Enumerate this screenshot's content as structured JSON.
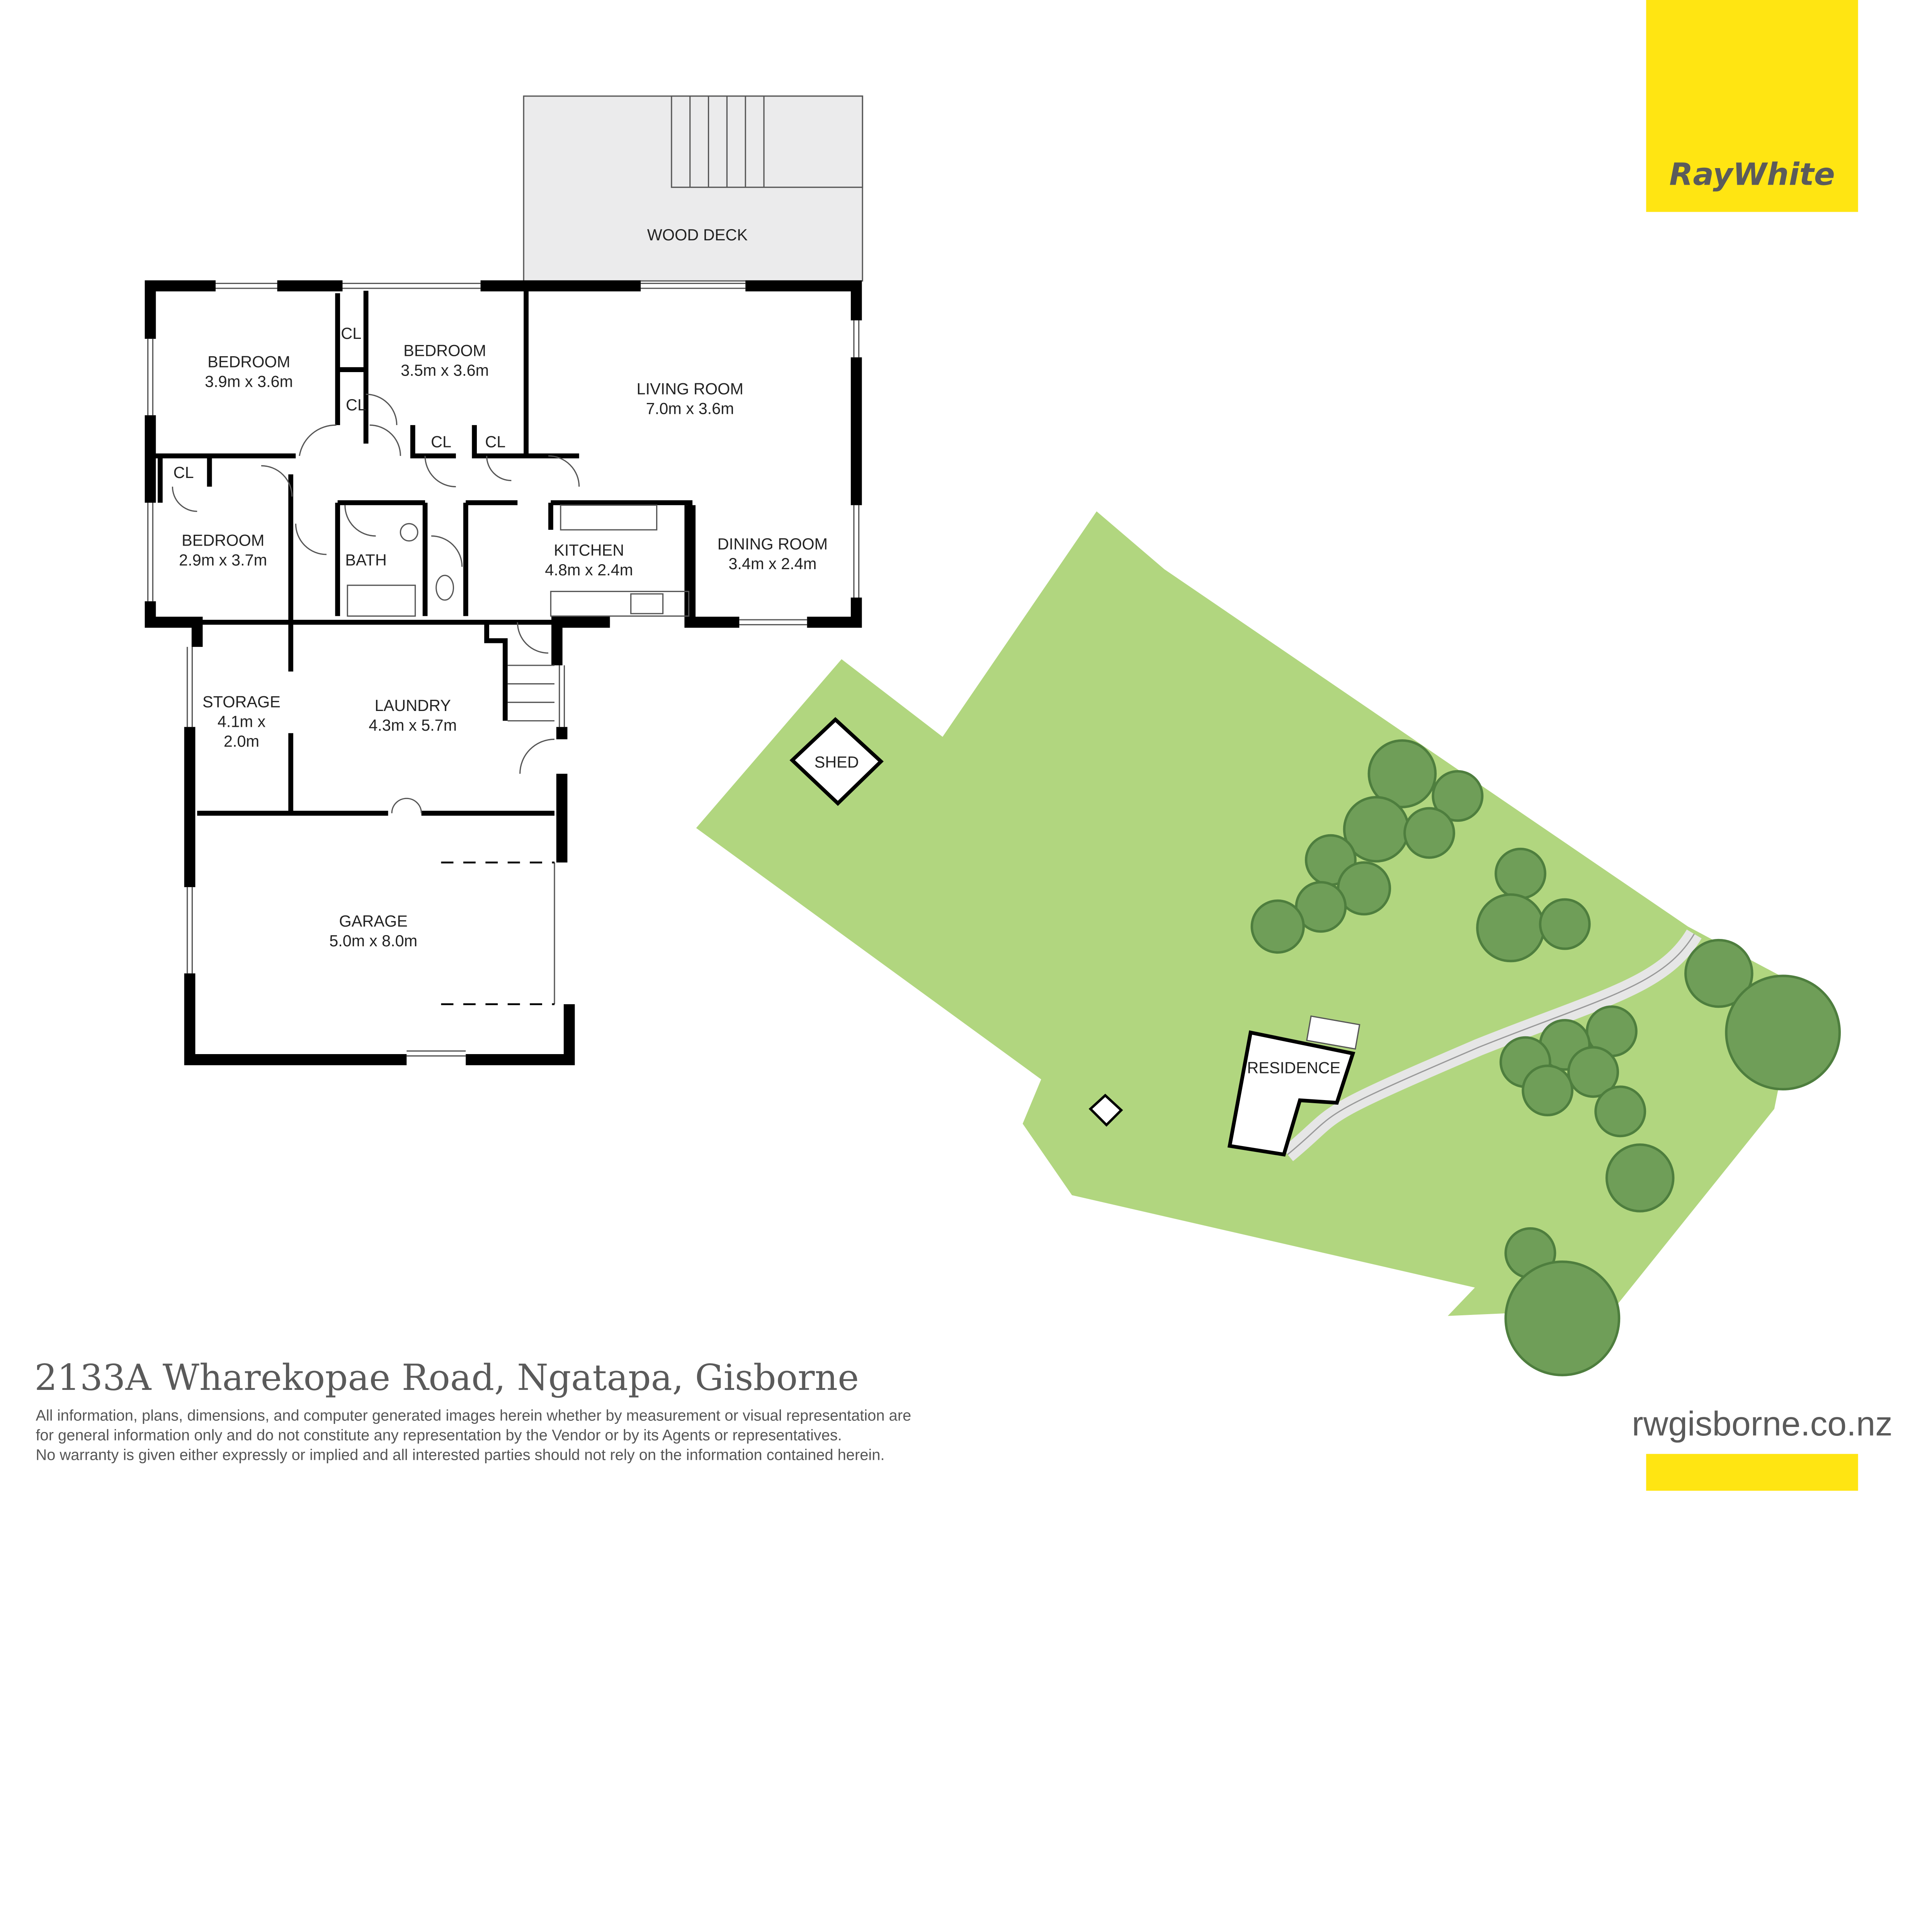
{
  "address": "2133A Wharekopae Road, Ngatapa, Gisborne",
  "disclaimer": [
    "All information, plans, dimensions, and computer generated images herein whether by measurement or visual representation are",
    "for general information only and do not constitute any representation by the Vendor or by its Agents or representatives.",
    "No warranty is given either expressly or implied and all interested parties should not rely on the information contained herein."
  ],
  "website": "rwgisborne.co.nz",
  "brand": {
    "name": "RayWhite",
    "color": "#ffe512",
    "text_color": "#5b5b5b"
  },
  "rooms": {
    "wood_deck": {
      "name": "WOOD DECK"
    },
    "bedroom1": {
      "name": "BEDROOM",
      "size": "3.9m x 3.6m"
    },
    "bedroom2": {
      "name": "BEDROOM",
      "size": "3.5m x 3.6m"
    },
    "bedroom3": {
      "name": "BEDROOM",
      "size": "2.9m x 3.7m"
    },
    "living": {
      "name": "LIVING ROOM",
      "size": "7.0m x 3.6m"
    },
    "kitchen": {
      "name": "KITCHEN",
      "size": "4.8m x 2.4m"
    },
    "dining": {
      "name": "DINING ROOM",
      "size": "3.4m x 2.4m"
    },
    "bath": {
      "name": "BATH"
    },
    "storage": {
      "name": "STORAGE",
      "size1": "4.1m x",
      "size2": "2.0m"
    },
    "laundry": {
      "name": "LAUNDRY",
      "size": "4.3m x 5.7m"
    },
    "garage": {
      "name": "GARAGE",
      "size": "5.0m x 8.0m"
    },
    "closet": "CL"
  },
  "site": {
    "shed": "SHED",
    "residence": "RESIDENCE",
    "land_color": "#b1d67f"
  }
}
